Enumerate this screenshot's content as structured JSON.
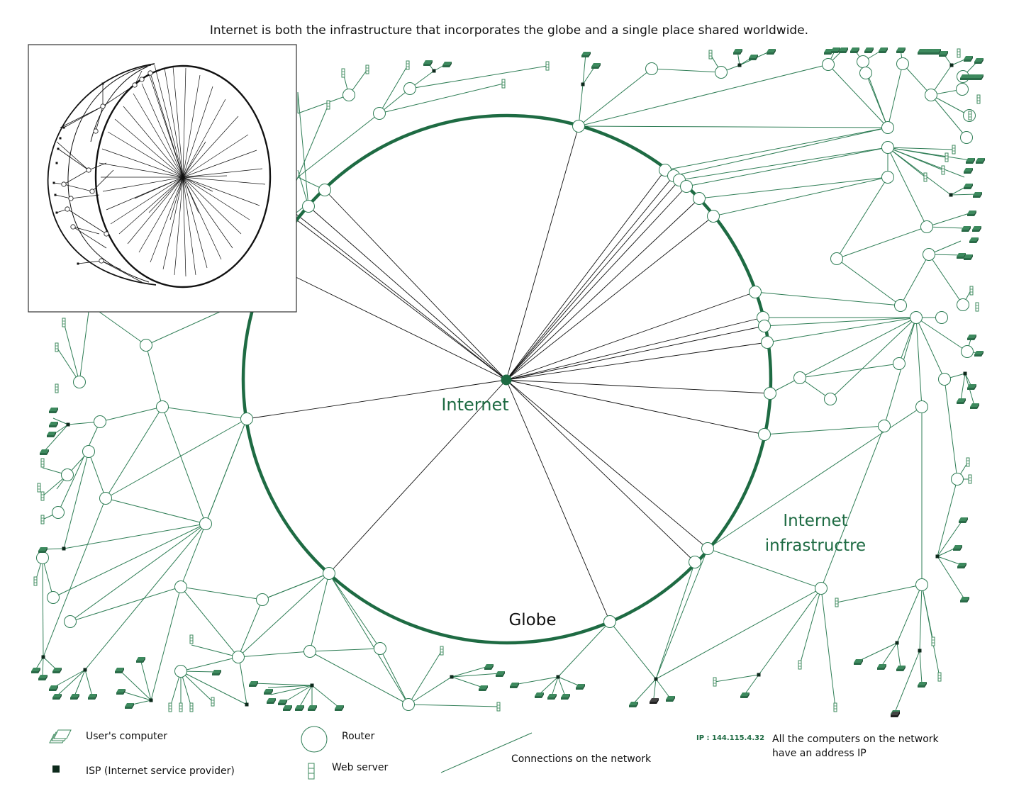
{
  "title": "Internet is both the infrastructure that incorporates the globe and a single place shared worldwide.",
  "labels": {
    "internet": "Internet",
    "infrastructure_line1": "Internet",
    "infrastructure_line2": "infrastructre",
    "globe": "Globe"
  },
  "legend": {
    "user_computer": "User's computer",
    "isp": "ISP (Internet service provider)",
    "router": "Router",
    "web_server": "Web server",
    "connections": "Connections on the network",
    "ip_example": "IP : 144.115.4.32",
    "ip_note_line1": "All the computers on the network",
    "ip_note_line2": "have an address IP"
  },
  "colors": {
    "network_green": "#2e7d55",
    "globe_green": "#1e6b43",
    "device_green": "#3d8a5e",
    "spoke_black": "#111111"
  },
  "icons": [
    "user-computer-icon",
    "isp-icon",
    "router-icon",
    "web-server-icon"
  ]
}
